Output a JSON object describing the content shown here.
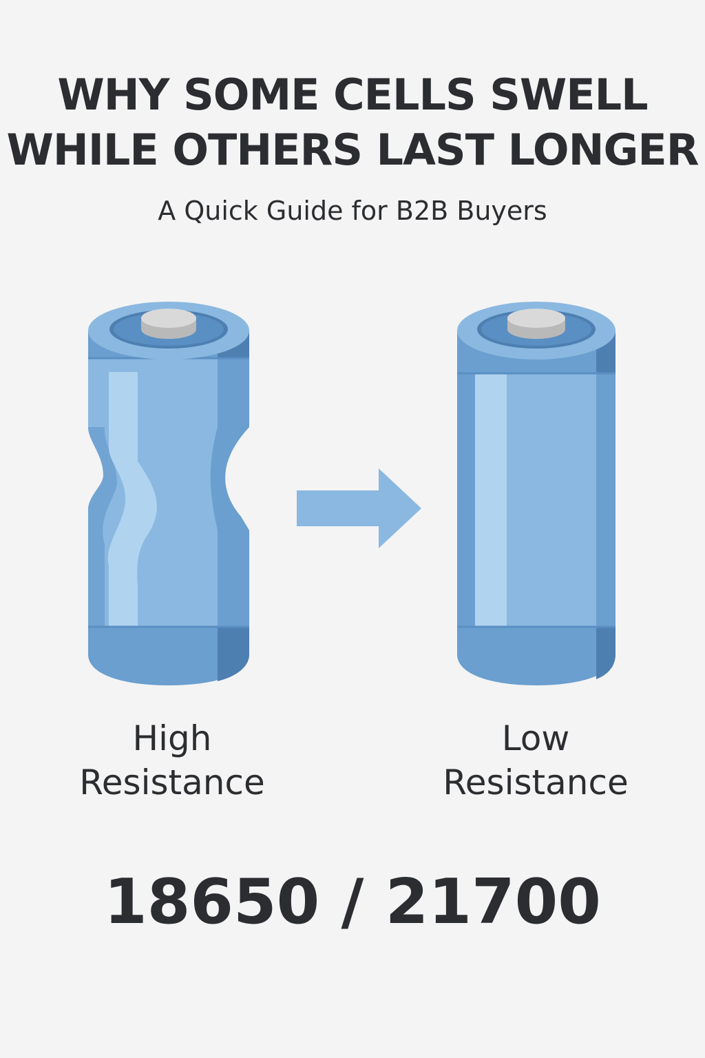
{
  "title": {
    "line1": "WHY SOME CELLS SWELL",
    "line2": "WHILE OTHERS LAST LONGER"
  },
  "subtitle": "A Quick Guide for B2B Buyers",
  "cells": [
    {
      "label_line1": "High",
      "label_line2": "Resistance",
      "state": "swollen"
    },
    {
      "label_line1": "Low",
      "label_line2": "Resistance",
      "state": "healthy"
    }
  ],
  "arrow_icon": "arrow-right-icon",
  "formats": "18650 / 21700",
  "colors": {
    "background": "#f4f4f4",
    "text": "#2b2d30",
    "cell_light": "#8ab8e0",
    "cell_mid": "#6a9fcf",
    "cell_dark": "#4e7fb1",
    "cell_highlight": "#b0d3ef",
    "terminal": "#d9d9d9",
    "arrow": "#8ab8e0"
  }
}
